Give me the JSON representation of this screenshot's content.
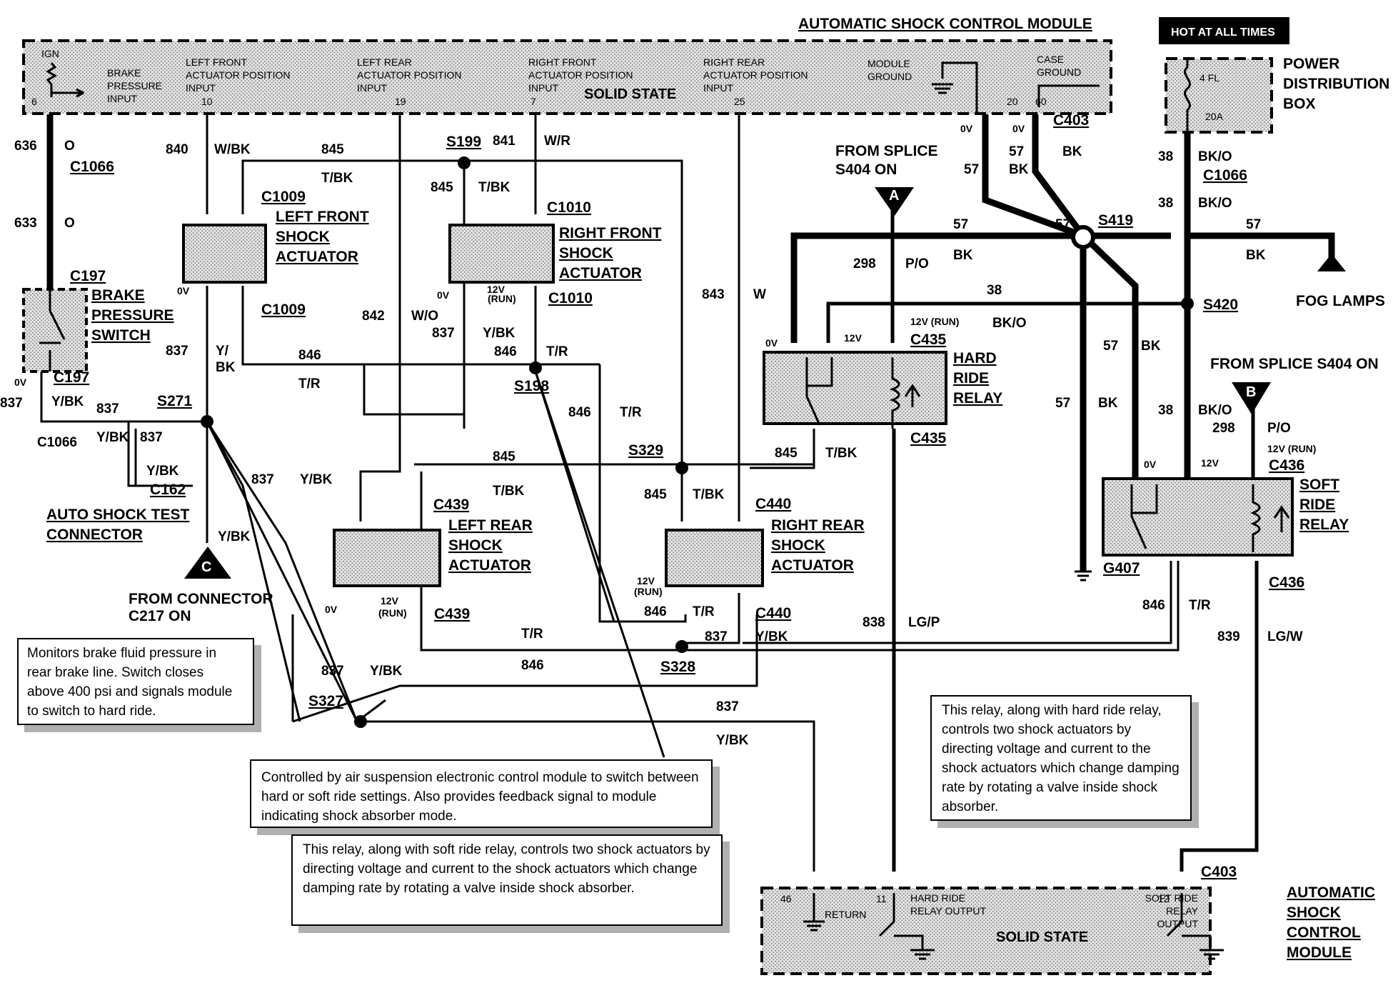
{
  "title_top": "AUTOMATIC SHOCK CONTROL MODULE",
  "hot_label": "HOT AT ALL TIMES",
  "pdb": {
    "lines": [
      "POWER",
      "DISTRIBUTION",
      "BOX"
    ],
    "fuse": "4 FL",
    "amps": "20A"
  },
  "module_top": {
    "solid_state": "SOLID STATE",
    "ign": "IGN",
    "pins": [
      {
        "n": "6",
        "text": [
          "BRAKE",
          "PRESSURE",
          "INPUT"
        ]
      },
      {
        "n": "10",
        "text": [
          "LEFT FRONT",
          "ACTUATOR POSITION",
          "INPUT"
        ]
      },
      {
        "n": "19",
        "text": [
          "LEFT REAR",
          "ACTUATOR POSITION",
          "INPUT"
        ]
      },
      {
        "n": "7",
        "text": [
          "RIGHT FRONT",
          "ACTUATOR POSITION",
          "INPUT"
        ]
      },
      {
        "n": "25",
        "text": [
          "RIGHT REAR",
          "ACTUATOR POSITION",
          "INPUT"
        ]
      },
      {
        "n": "20",
        "text": [
          "MODULE",
          "GROUND"
        ]
      },
      {
        "n": "60",
        "text": [
          "CASE",
          "GROUND"
        ]
      }
    ]
  },
  "module_bottom": {
    "lines": [
      "AUTOMATIC",
      "SHOCK",
      "CONTROL",
      "MODULE"
    ],
    "solid_state": "SOLID STATE",
    "pins": [
      {
        "n": "46",
        "text": [
          "RETURN"
        ]
      },
      {
        "n": "11",
        "text": [
          "HARD RIDE",
          "RELAY OUTPUT"
        ]
      },
      {
        "n": "12",
        "text": [
          "SOFT RIDE",
          "RELAY",
          "OUTPUT"
        ]
      }
    ]
  },
  "components": {
    "lf": [
      "LEFT FRONT",
      "SHOCK",
      "ACTUATOR"
    ],
    "rf": [
      "RIGHT FRONT",
      "SHOCK",
      "ACTUATOR"
    ],
    "lr": [
      "LEFT REAR",
      "SHOCK",
      "ACTUATOR"
    ],
    "rr": [
      "RIGHT REAR",
      "SHOCK",
      "ACTUATOR"
    ],
    "brake": [
      "BRAKE",
      "PRESSURE",
      "SWITCH"
    ],
    "hard": [
      "HARD",
      "RIDE",
      "RELAY"
    ],
    "soft": [
      "SOFT",
      "RIDE",
      "RELAY"
    ]
  },
  "splice_a": {
    "letter": "A",
    "lines": [
      "FROM SPLICE",
      "S404 ON"
    ]
  },
  "splice_b": {
    "letter": "B",
    "line": "FROM SPLICE S404 ON"
  },
  "splice_c": {
    "letter": "C",
    "lines": [
      "FROM CONNECTOR",
      "C217 ON"
    ]
  },
  "auto_test": [
    "AUTO SHOCK TEST",
    "CONNECTOR"
  ],
  "fog_lamps": "FOG LAMPS",
  "notes": {
    "brake": "Monitors brake fluid pressure in rear brake line. Switch closes above 400 psi and signals module to switch to hard ride.",
    "actuators": "Controlled by air suspension electronic control module to switch between hard or soft ride settings. Also provides feedback signal to module indicating shock absorber mode.",
    "hard_relay": "This relay, along with soft ride relay, controls two shock actuators by directing voltage and current to the shock actuators which change damping rate by rotating a valve inside shock absorber.",
    "soft_relay": "This relay, along with hard ride relay, controls two shock actuators by directing voltage and current to the shock actuators which change damping rate by rotating a valve inside shock absorber."
  },
  "labels": [
    {
      "id": "w636",
      "t": "636"
    },
    {
      "id": "o1",
      "t": "O"
    },
    {
      "id": "c1066a",
      "t": "C1066"
    },
    {
      "id": "w633",
      "t": "633"
    },
    {
      "id": "o2",
      "t": "O"
    },
    {
      "id": "c197a",
      "t": "C197"
    },
    {
      "id": "ov_brake",
      "t": "0V"
    },
    {
      "id": "c197b",
      "t": "C197"
    },
    {
      "id": "w837a",
      "t": "837"
    },
    {
      "id": "ybk_a",
      "t": "Y/BK"
    },
    {
      "id": "w837b",
      "t": "837"
    },
    {
      "id": "s271",
      "t": "S271"
    },
    {
      "id": "c1066b",
      "t": "C1066"
    },
    {
      "id": "ybk_b",
      "t": "Y/BK"
    },
    {
      "id": "w837c",
      "t": "837"
    },
    {
      "id": "ybk_c",
      "t": "Y/BK"
    },
    {
      "id": "c162",
      "t": "C162"
    },
    {
      "id": "ybk_d",
      "t": "Y/BK"
    },
    {
      "id": "w840",
      "t": "840"
    },
    {
      "id": "wbk",
      "t": "W/BK"
    },
    {
      "id": "w845a",
      "t": "845"
    },
    {
      "id": "tbk_a",
      "t": "T/BK"
    },
    {
      "id": "c1009a",
      "t": "C1009"
    },
    {
      "id": "ov_lf",
      "t": "0V"
    },
    {
      "id": "c1009b",
      "t": "C1009"
    },
    {
      "id": "w837d",
      "t": "837"
    },
    {
      "id": "ybk_e",
      "t": "Y/"
    },
    {
      "id": "bk_e",
      "t": "BK"
    },
    {
      "id": "w846a",
      "t": "846"
    },
    {
      "id": "tr_a",
      "t": "T/R"
    },
    {
      "id": "w842",
      "t": "842"
    },
    {
      "id": "wo",
      "t": "W/O"
    },
    {
      "id": "s199",
      "t": "S199"
    },
    {
      "id": "w841",
      "t": "841"
    },
    {
      "id": "wr",
      "t": "W/R"
    },
    {
      "id": "w845b",
      "t": "845"
    },
    {
      "id": "tbk_b",
      "t": "T/BK"
    },
    {
      "id": "c1010a",
      "t": "C1010"
    },
    {
      "id": "ov_rf",
      "t": "0V"
    },
    {
      "id": "v12_rf",
      "t": "12V"
    },
    {
      "id": "run_rf",
      "t": "(RUN)"
    },
    {
      "id": "c1010b",
      "t": "C1010"
    },
    {
      "id": "w837e",
      "t": "837"
    },
    {
      "id": "ybk_f",
      "t": "Y/BK"
    },
    {
      "id": "w846b",
      "t": "846"
    },
    {
      "id": "tr_b",
      "t": "T/R"
    },
    {
      "id": "s198",
      "t": "S198"
    },
    {
      "id": "w843",
      "t": "843"
    },
    {
      "id": "w_w",
      "t": "W"
    },
    {
      "id": "w846c",
      "t": "846"
    },
    {
      "id": "tr_c",
      "t": "T/R"
    },
    {
      "id": "w845c",
      "t": "845"
    },
    {
      "id": "s329",
      "t": "S329"
    },
    {
      "id": "tbk_c",
      "t": "T/BK"
    },
    {
      "id": "w845d",
      "t": "845"
    },
    {
      "id": "tbk_d",
      "t": "T/BK"
    },
    {
      "id": "c439a",
      "t": "C439"
    },
    {
      "id": "c440a",
      "t": "C440"
    },
    {
      "id": "w837f",
      "t": "837"
    },
    {
      "id": "ybk_g",
      "t": "Y/BK"
    },
    {
      "id": "ov_lr",
      "t": "0V"
    },
    {
      "id": "v12_lr",
      "t": "12V"
    },
    {
      "id": "run_lr",
      "t": "(RUN)"
    },
    {
      "id": "c439b",
      "t": "C439"
    },
    {
      "id": "v12_rr",
      "t": "12V"
    },
    {
      "id": "run_rr",
      "t": "(RUN)"
    },
    {
      "id": "w846d",
      "t": "846"
    },
    {
      "id": "tr_d",
      "t": "T/R"
    },
    {
      "id": "c440b",
      "t": "C440"
    },
    {
      "id": "w837g",
      "t": "837"
    },
    {
      "id": "ybk_h",
      "t": "Y/BK"
    },
    {
      "id": "tr_e",
      "t": "T/R"
    },
    {
      "id": "w846e",
      "t": "846"
    },
    {
      "id": "s328",
      "t": "S328"
    },
    {
      "id": "w837h",
      "t": "837"
    },
    {
      "id": "ybk_i",
      "t": "Y/BK"
    },
    {
      "id": "s327",
      "t": "S327"
    },
    {
      "id": "w837i",
      "t": "837"
    },
    {
      "id": "ybk_j",
      "t": "Y/BK"
    },
    {
      "id": "w298a",
      "t": "298"
    },
    {
      "id": "po_a",
      "t": "P/O"
    },
    {
      "id": "w57a",
      "t": "57"
    },
    {
      "id": "bk_a",
      "t": "BK"
    },
    {
      "id": "w38a",
      "t": "38"
    },
    {
      "id": "v12run_h",
      "t": "12V (RUN)"
    },
    {
      "id": "bko_a",
      "t": "BK/O"
    },
    {
      "id": "c435a",
      "t": "C435"
    },
    {
      "id": "ov_h",
      "t": "0V"
    },
    {
      "id": "v12_h",
      "t": "12V"
    },
    {
      "id": "w845e",
      "t": "845"
    },
    {
      "id": "tbk_e",
      "t": "T/BK"
    },
    {
      "id": "c435b",
      "t": "C435"
    },
    {
      "id": "w838",
      "t": "838"
    },
    {
      "id": "lgp",
      "t": "LG/P"
    },
    {
      "id": "ov_t1",
      "t": "0V"
    },
    {
      "id": "ov_t2",
      "t": "0V"
    },
    {
      "id": "w57b",
      "t": "57"
    },
    {
      "id": "bk_b",
      "t": "BK"
    },
    {
      "id": "w57c",
      "t": "57"
    },
    {
      "id": "bk_c",
      "t": "BK"
    },
    {
      "id": "c403a",
      "t": "C403"
    },
    {
      "id": "s419",
      "t": "S419"
    },
    {
      "id": "w57d",
      "t": "57"
    },
    {
      "id": "w57e",
      "t": "57"
    },
    {
      "id": "bk_d",
      "t": "BK"
    },
    {
      "id": "w38b",
      "t": "38"
    },
    {
      "id": "bko_b",
      "t": "BK/O"
    },
    {
      "id": "c1066c",
      "t": "C1066"
    },
    {
      "id": "w38c",
      "t": "38"
    },
    {
      "id": "bko_c",
      "t": "BK/O"
    },
    {
      "id": "s420",
      "t": "S420"
    },
    {
      "id": "w57f",
      "t": "57"
    },
    {
      "id": "bk_f",
      "t": "BK"
    },
    {
      "id": "w57g",
      "t": "57"
    },
    {
      "id": "bk_g",
      "t": "BK"
    },
    {
      "id": "w38d",
      "t": "38"
    },
    {
      "id": "bko_d",
      "t": "BK/O"
    },
    {
      "id": "w298b",
      "t": "298"
    },
    {
      "id": "po_b",
      "t": "P/O"
    },
    {
      "id": "v12run_s",
      "t": "12V (RUN)"
    },
    {
      "id": "c436a",
      "t": "C436"
    },
    {
      "id": "ov_s",
      "t": "0V"
    },
    {
      "id": "v12_s",
      "t": "12V"
    },
    {
      "id": "g407",
      "t": "G407"
    },
    {
      "id": "w846f",
      "t": "846"
    },
    {
      "id": "tr_f",
      "t": "T/R"
    },
    {
      "id": "c436b",
      "t": "C436"
    },
    {
      "id": "w839",
      "t": "839"
    },
    {
      "id": "lgw",
      "t": "LG/W"
    },
    {
      "id": "c403b",
      "t": "C403"
    }
  ]
}
